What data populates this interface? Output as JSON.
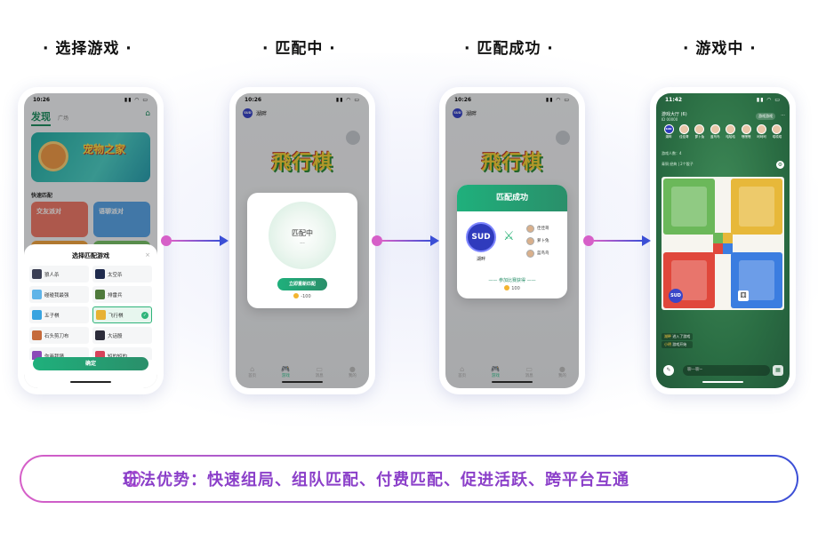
{
  "steps": [
    {
      "title": "· 选择游戏 ·"
    },
    {
      "title": "· 匹配中 ·"
    },
    {
      "title": "· 匹配成功 ·"
    },
    {
      "title": "· 游戏中 ·"
    }
  ],
  "colors": {
    "accent_green": "#2a8f6a",
    "connector_pink": "#d65fc8",
    "connector_blue": "#3b4fd6",
    "highlight_purple": "#8b3fc9"
  },
  "phone1": {
    "time": "10:26",
    "title": "发现",
    "tab": "广场",
    "banner_text": "宠物之家",
    "quick_match": "快速匹配",
    "cards": [
      "交友派对",
      "语聊派对",
      "",
      ""
    ],
    "sheet_title": "选择匹配游戏",
    "close": "×",
    "games": [
      {
        "name": "狼人杀",
        "selected": false
      },
      {
        "name": "太空杀",
        "selected": false
      },
      {
        "name": "碰碰我最强",
        "selected": false
      },
      {
        "name": "排雷兵",
        "selected": false
      },
      {
        "name": "五子棋",
        "selected": false
      },
      {
        "name": "飞行棋",
        "selected": true
      },
      {
        "name": "石头剪刀布",
        "selected": false
      },
      {
        "name": "大话骰",
        "selected": false
      },
      {
        "name": "你画我猜",
        "selected": false
      },
      {
        "name": "短的短的",
        "selected": false
      }
    ],
    "confirm": "确定"
  },
  "phone2": {
    "time": "10:26",
    "nickname": "湖畔",
    "game_logo": "飛行棋",
    "matching": "匹配中",
    "dots": "...",
    "rematch": "立即重新匹配",
    "coins": "-100",
    "tabs": [
      {
        "label": "首页",
        "icon": "⌂"
      },
      {
        "label": "游戏",
        "icon": "🎮"
      },
      {
        "label": "消息",
        "icon": "▭"
      },
      {
        "label": "我的",
        "icon": "●"
      }
    ]
  },
  "phone3": {
    "time": "10:26",
    "nickname": "湖畔",
    "game_logo": "飛行棋",
    "success": "匹配成功",
    "sud": "SUD",
    "self_name": "湖畔",
    "opponents": [
      "佳佳哥",
      "萝卜兔",
      "蓝鸟鸟"
    ],
    "join_text": "—— 参加比赛获得 ——",
    "coins": "100",
    "tabs": [
      {
        "label": "首页",
        "icon": "⌂"
      },
      {
        "label": "游戏",
        "icon": "🎮"
      },
      {
        "label": "消息",
        "icon": "▭"
      },
      {
        "label": "我的",
        "icon": "●"
      }
    ]
  },
  "phone4": {
    "time": "11:42",
    "room_name": "游戏大厅 (6)",
    "room_sub": "ID 00000",
    "switch_game": "游戏游戏",
    "more": "···",
    "players": [
      "湖畔",
      "佳佳哥",
      "萝卜兔",
      "蓝鸟鸟",
      "哈哈哈",
      "嘿嘿嘿",
      "呵呵呵",
      "嘻嘻嘻"
    ],
    "info": "游戏人数：4",
    "info2": "青铜 经典 | 2个骰子",
    "chat": [
      {
        "user": "湖畔",
        "text": "进入了游戏"
      },
      {
        "user": "小明",
        "text": "游戏开始"
      }
    ],
    "input_placeholder": "聊一聊~",
    "sud": "SUD"
  },
  "footer": {
    "text": "玩法优势：快速组局、组队匹配、付费匹配、促进活跃、跨平台互通"
  }
}
